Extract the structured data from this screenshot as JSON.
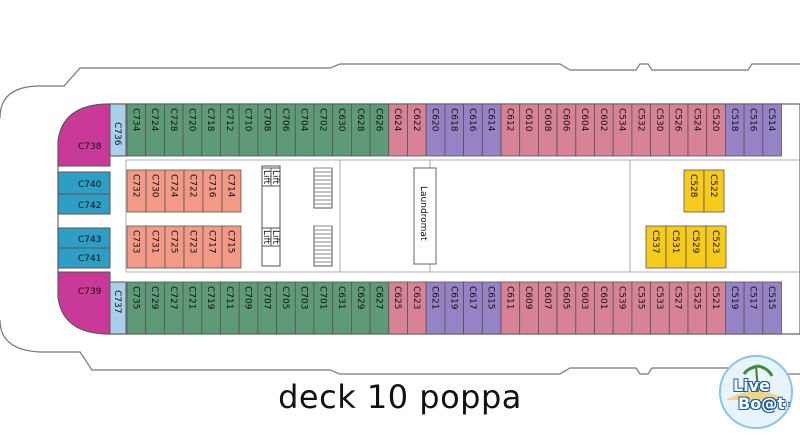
{
  "caption": "deck 10 poppa",
  "logo": {
    "text_1": "Live",
    "text_2": "Bo@t",
    "suffix": ".it"
  },
  "labels": {
    "laundromat": "Laundromat",
    "lift": "Lift"
  },
  "colors": {
    "outline": "#555555",
    "hull_fill": "#ffffff",
    "magenta": "#c93a98",
    "light_blue": "#a8d0ea",
    "teal": "#2e9ec4",
    "green": "#5e9a78",
    "pink": "#d88295",
    "purple": "#9583c6",
    "salmon": "#f29a86",
    "yellow": "#f6cb1c",
    "stairs": "#888888"
  },
  "cabins": {
    "magenta_top": "C738",
    "magenta_bottom": "C739",
    "light_blue_top": "C736",
    "light_blue_bottom": "C737",
    "teal": [
      "C740",
      "C742",
      "C743",
      "C741"
    ],
    "top_green": [
      "C734",
      "C724",
      "C728",
      "C720",
      "C718",
      "C712",
      "C710",
      "C708",
      "C706",
      "C704",
      "C702",
      "C630",
      "C628",
      "C626"
    ],
    "top_pink_1": [
      "C624",
      "C622"
    ],
    "top_purple": [
      "C620",
      "C618",
      "C616",
      "C614"
    ],
    "top_pink_2": [
      "C612",
      "C610",
      "C608",
      "C606",
      "C604",
      "C602",
      "C534",
      "C532",
      "C530",
      "C526",
      "C524",
      "C520"
    ],
    "top_purple_2": [
      "C518",
      "C516",
      "C514"
    ],
    "inner_salmon_top": [
      "C732",
      "C730",
      "C724",
      "C722",
      "C716",
      "C714"
    ],
    "inner_salmon_bottom": [
      "C733",
      "C731",
      "C725",
      "C723",
      "C717",
      "C715"
    ],
    "inner_yellow_top": [
      "C528",
      "C522"
    ],
    "inner_yellow_bottom": [
      "C537",
      "C531",
      "C529",
      "C523"
    ],
    "bottom_green": [
      "C735",
      "C729",
      "C727",
      "C721",
      "C719",
      "C711",
      "C709",
      "C707",
      "C705",
      "C703",
      "C701",
      "C631",
      "C629",
      "C627"
    ],
    "bottom_pink_1": [
      "C625",
      "C623"
    ],
    "bottom_purple": [
      "C621",
      "C619",
      "C617",
      "C615"
    ],
    "bottom_pink_2": [
      "C611",
      "C609",
      "C607",
      "C605",
      "C603",
      "C601",
      "C539",
      "C535",
      "C533",
      "C527",
      "C525",
      "C521"
    ],
    "bottom_purple_2": [
      "C519",
      "C517",
      "C515"
    ]
  }
}
